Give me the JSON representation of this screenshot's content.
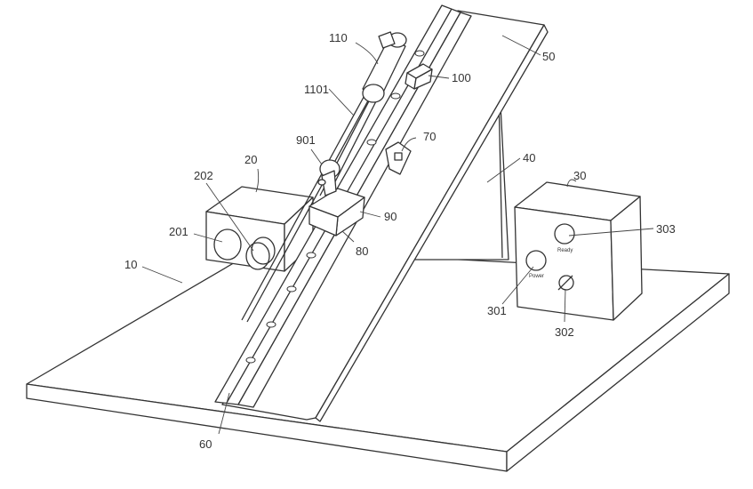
{
  "figure": {
    "labels": {
      "l110": "110",
      "l50": "50",
      "l1101": "1101",
      "l100": "100",
      "l70": "70",
      "l901": "901",
      "l40": "40",
      "l20": "20",
      "l202": "202",
      "l30": "30",
      "l201": "201",
      "l90": "90",
      "l303": "303",
      "l10": "10",
      "l80": "80",
      "l301": "301",
      "l302": "302",
      "l60": "60"
    },
    "control_box": {
      "ready_text": "Ready",
      "power_text": "Power"
    }
  }
}
